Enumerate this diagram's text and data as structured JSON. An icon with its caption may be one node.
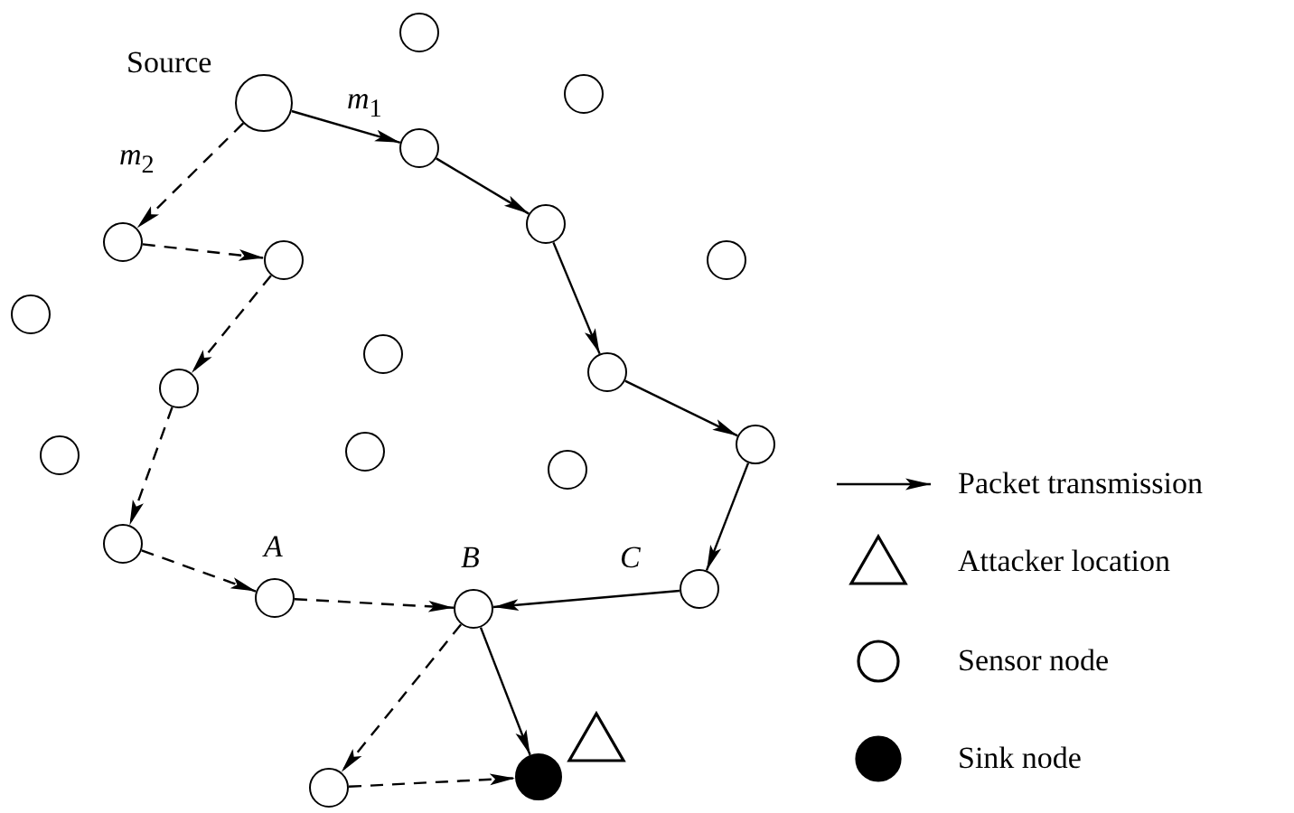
{
  "diagram": {
    "nodes": [
      {
        "text": [],
        "shape": "circle"
      },
      {
        "text": [],
        "shape": "circle"
      },
      {
        "text": [],
        "shape": "circle",
        "beside": [
          "Source"
        ]
      },
      {
        "text": [],
        "shape": "circle"
      },
      {
        "text": [],
        "shape": "circle"
      },
      {
        "text": [],
        "shape": "circle"
      },
      {
        "text": [],
        "shape": "circle"
      },
      {
        "text": [],
        "shape": "circle"
      },
      {
        "text": [],
        "shape": "circle"
      },
      {
        "text": [],
        "shape": "circle"
      },
      {
        "text": [],
        "shape": "circle"
      },
      {
        "text": [],
        "shape": "circle"
      },
      {
        "text": [],
        "shape": "circle"
      },
      {
        "text": [],
        "shape": "circle"
      },
      {
        "text": [],
        "shape": "circle"
      },
      {
        "text": [],
        "shape": "circle"
      },
      {
        "text": [],
        "shape": "circle"
      },
      {
        "text": [],
        "shape": "circle",
        "beside": [
          "C"
        ]
      },
      {
        "text": [],
        "shape": "circle",
        "beside": [
          "A"
        ]
      },
      {
        "text": [],
        "shape": "circle",
        "beside": [
          "B"
        ]
      },
      {
        "text": [],
        "shape": "disc"
      },
      {
        "text": [],
        "shape": "circle"
      }
    ],
    "edges": [
      {
        "from": 2,
        "to": 3,
        "arrow": "to",
        "label": "*m*$_{1}$"
      },
      {
        "from": 3,
        "to": 4,
        "arrow": "to"
      },
      {
        "from": 4,
        "to": 10,
        "arrow": "to"
      },
      {
        "from": 10,
        "to": 12,
        "arrow": "to"
      },
      {
        "from": 12,
        "to": 17,
        "arrow": "to"
      },
      {
        "from": 17,
        "to": 19,
        "arrow": "to"
      },
      {
        "from": 19,
        "to": 20,
        "arrow": "to"
      },
      {
        "from": 2,
        "to": 5,
        "arrow": "to",
        "label": "*m*$_{2}$",
        "style": "dashed"
      },
      {
        "from": 5,
        "to": 6,
        "arrow": "to",
        "style": "dashed"
      },
      {
        "from": 6,
        "to": 11,
        "arrow": "to",
        "style": "dashed"
      },
      {
        "from": 11,
        "to": 16,
        "arrow": "to",
        "style": "dashed"
      },
      {
        "from": 16,
        "to": 18,
        "arrow": "to",
        "style": "dashed"
      },
      {
        "from": 18,
        "to": 19,
        "arrow": "to",
        "style": "dashed"
      },
      {
        "from": 19,
        "to": 21,
        "arrow": "to",
        "style": "dashed"
      },
      {
        "from": 21,
        "to": 20,
        "arrow": "to",
        "style": "dashed"
      }
    ],
    "legend": [
      {
        "text": "Packet transmission"
      },
      {
        "text": "Attacker location"
      },
      {
        "text": "Sensor node"
      },
      {
        "text": "Sink node"
      }
    ]
  }
}
